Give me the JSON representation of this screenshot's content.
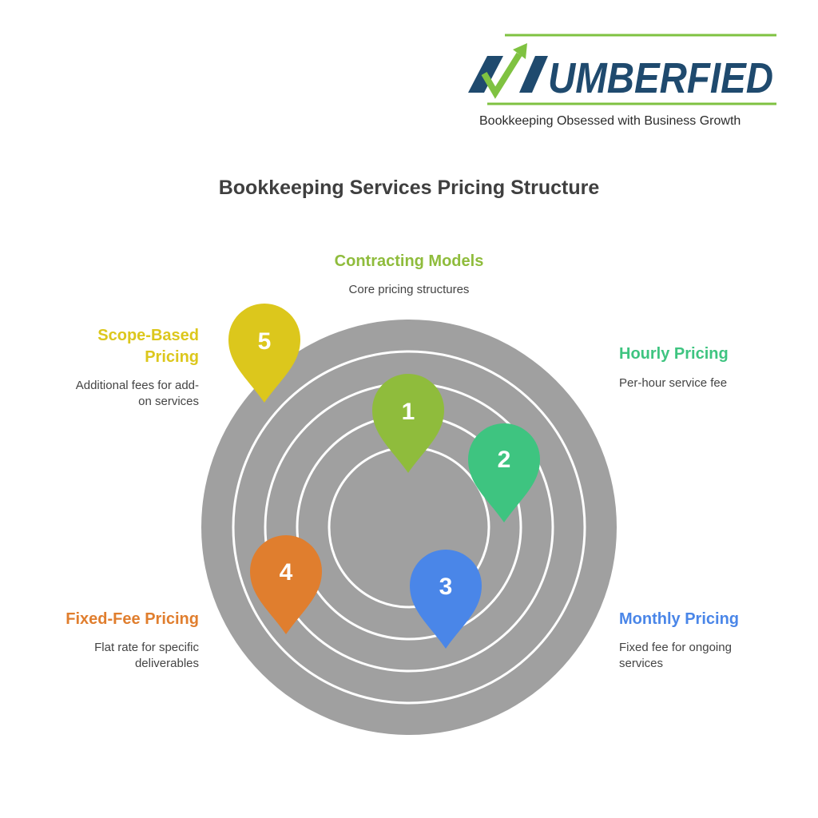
{
  "logo": {
    "text": "NUMBERFIED",
    "tagline": "Bookkeeping Obsessed with Business Growth"
  },
  "title": "Bookkeeping Services Pricing Structure",
  "center": {
    "title": "Contracting Models",
    "description": "Core pricing structures",
    "color": "#8fbc3c"
  },
  "items": [
    {
      "number": "1",
      "color": "#8fbc3c"
    },
    {
      "number": "2",
      "title": "Hourly Pricing",
      "description": "Per-hour service fee",
      "color": "#3ec480"
    },
    {
      "number": "3",
      "title": "Monthly Pricing",
      "description_line1": "Fixed fee for ongoing",
      "description_line2": "services",
      "color": "#4a86e8"
    },
    {
      "number": "4",
      "title": "Fixed-Fee Pricing",
      "description_line1": "Flat rate for specific",
      "description_line2": "deliverables",
      "color": "#e07e2e"
    },
    {
      "number": "5",
      "title_line1": "Scope-Based",
      "title_line2": "Pricing",
      "description_line1": "Additional fees for add-",
      "description_line2": "on services",
      "color": "#dcc71c"
    }
  ],
  "colors": {
    "circle": "#a0a0a0",
    "ring_line": "#ffffff",
    "logo_navy": "#1f4a6e",
    "logo_green": "#7fc241"
  }
}
